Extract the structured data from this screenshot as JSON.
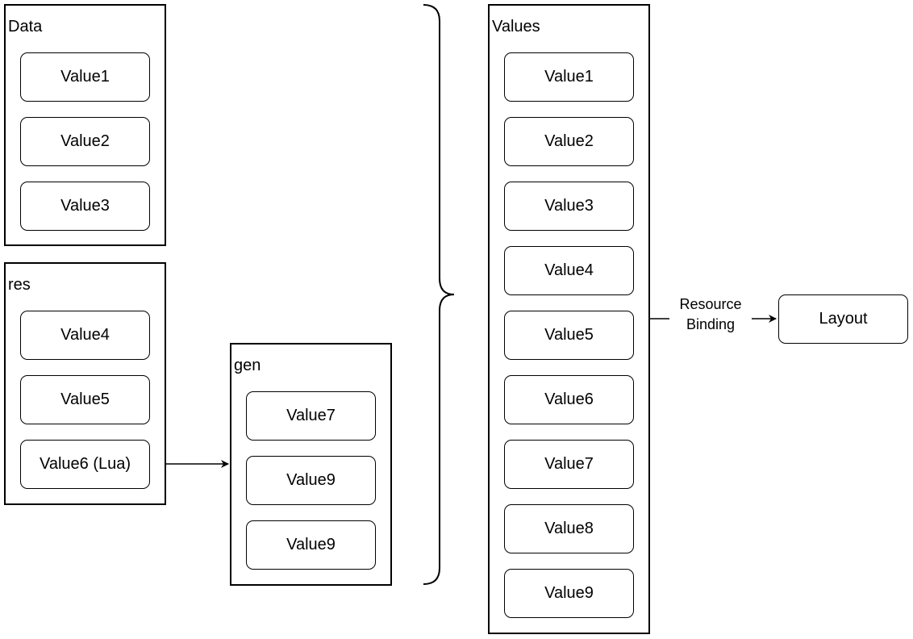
{
  "data_group": {
    "title": "Data",
    "items": [
      "Value1",
      "Value2",
      "Value3"
    ]
  },
  "res_group": {
    "title": "res",
    "items": [
      "Value4",
      "Value5",
      "Value6 (Lua)"
    ]
  },
  "gen_group": {
    "title": "gen",
    "items": [
      "Value7",
      "Value9",
      "Value9"
    ]
  },
  "values_group": {
    "title": "Values",
    "items": [
      "Value1",
      "Value2",
      "Value3",
      "Value4",
      "Value5",
      "Value6",
      "Value7",
      "Value8",
      "Value9"
    ]
  },
  "binding": {
    "label_line1": "Resource",
    "label_line2": "Binding"
  },
  "layout_node": {
    "label": "Layout"
  }
}
